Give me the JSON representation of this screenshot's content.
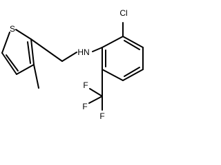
{
  "molecule": {
    "atoms": {
      "cl": "Cl",
      "nh": "HN",
      "s": "S",
      "f_top": "F",
      "f_left": "F",
      "f_right": "F"
    },
    "colors": {
      "bond": "#000000",
      "label": "#000000",
      "background": "#ffffff"
    }
  }
}
